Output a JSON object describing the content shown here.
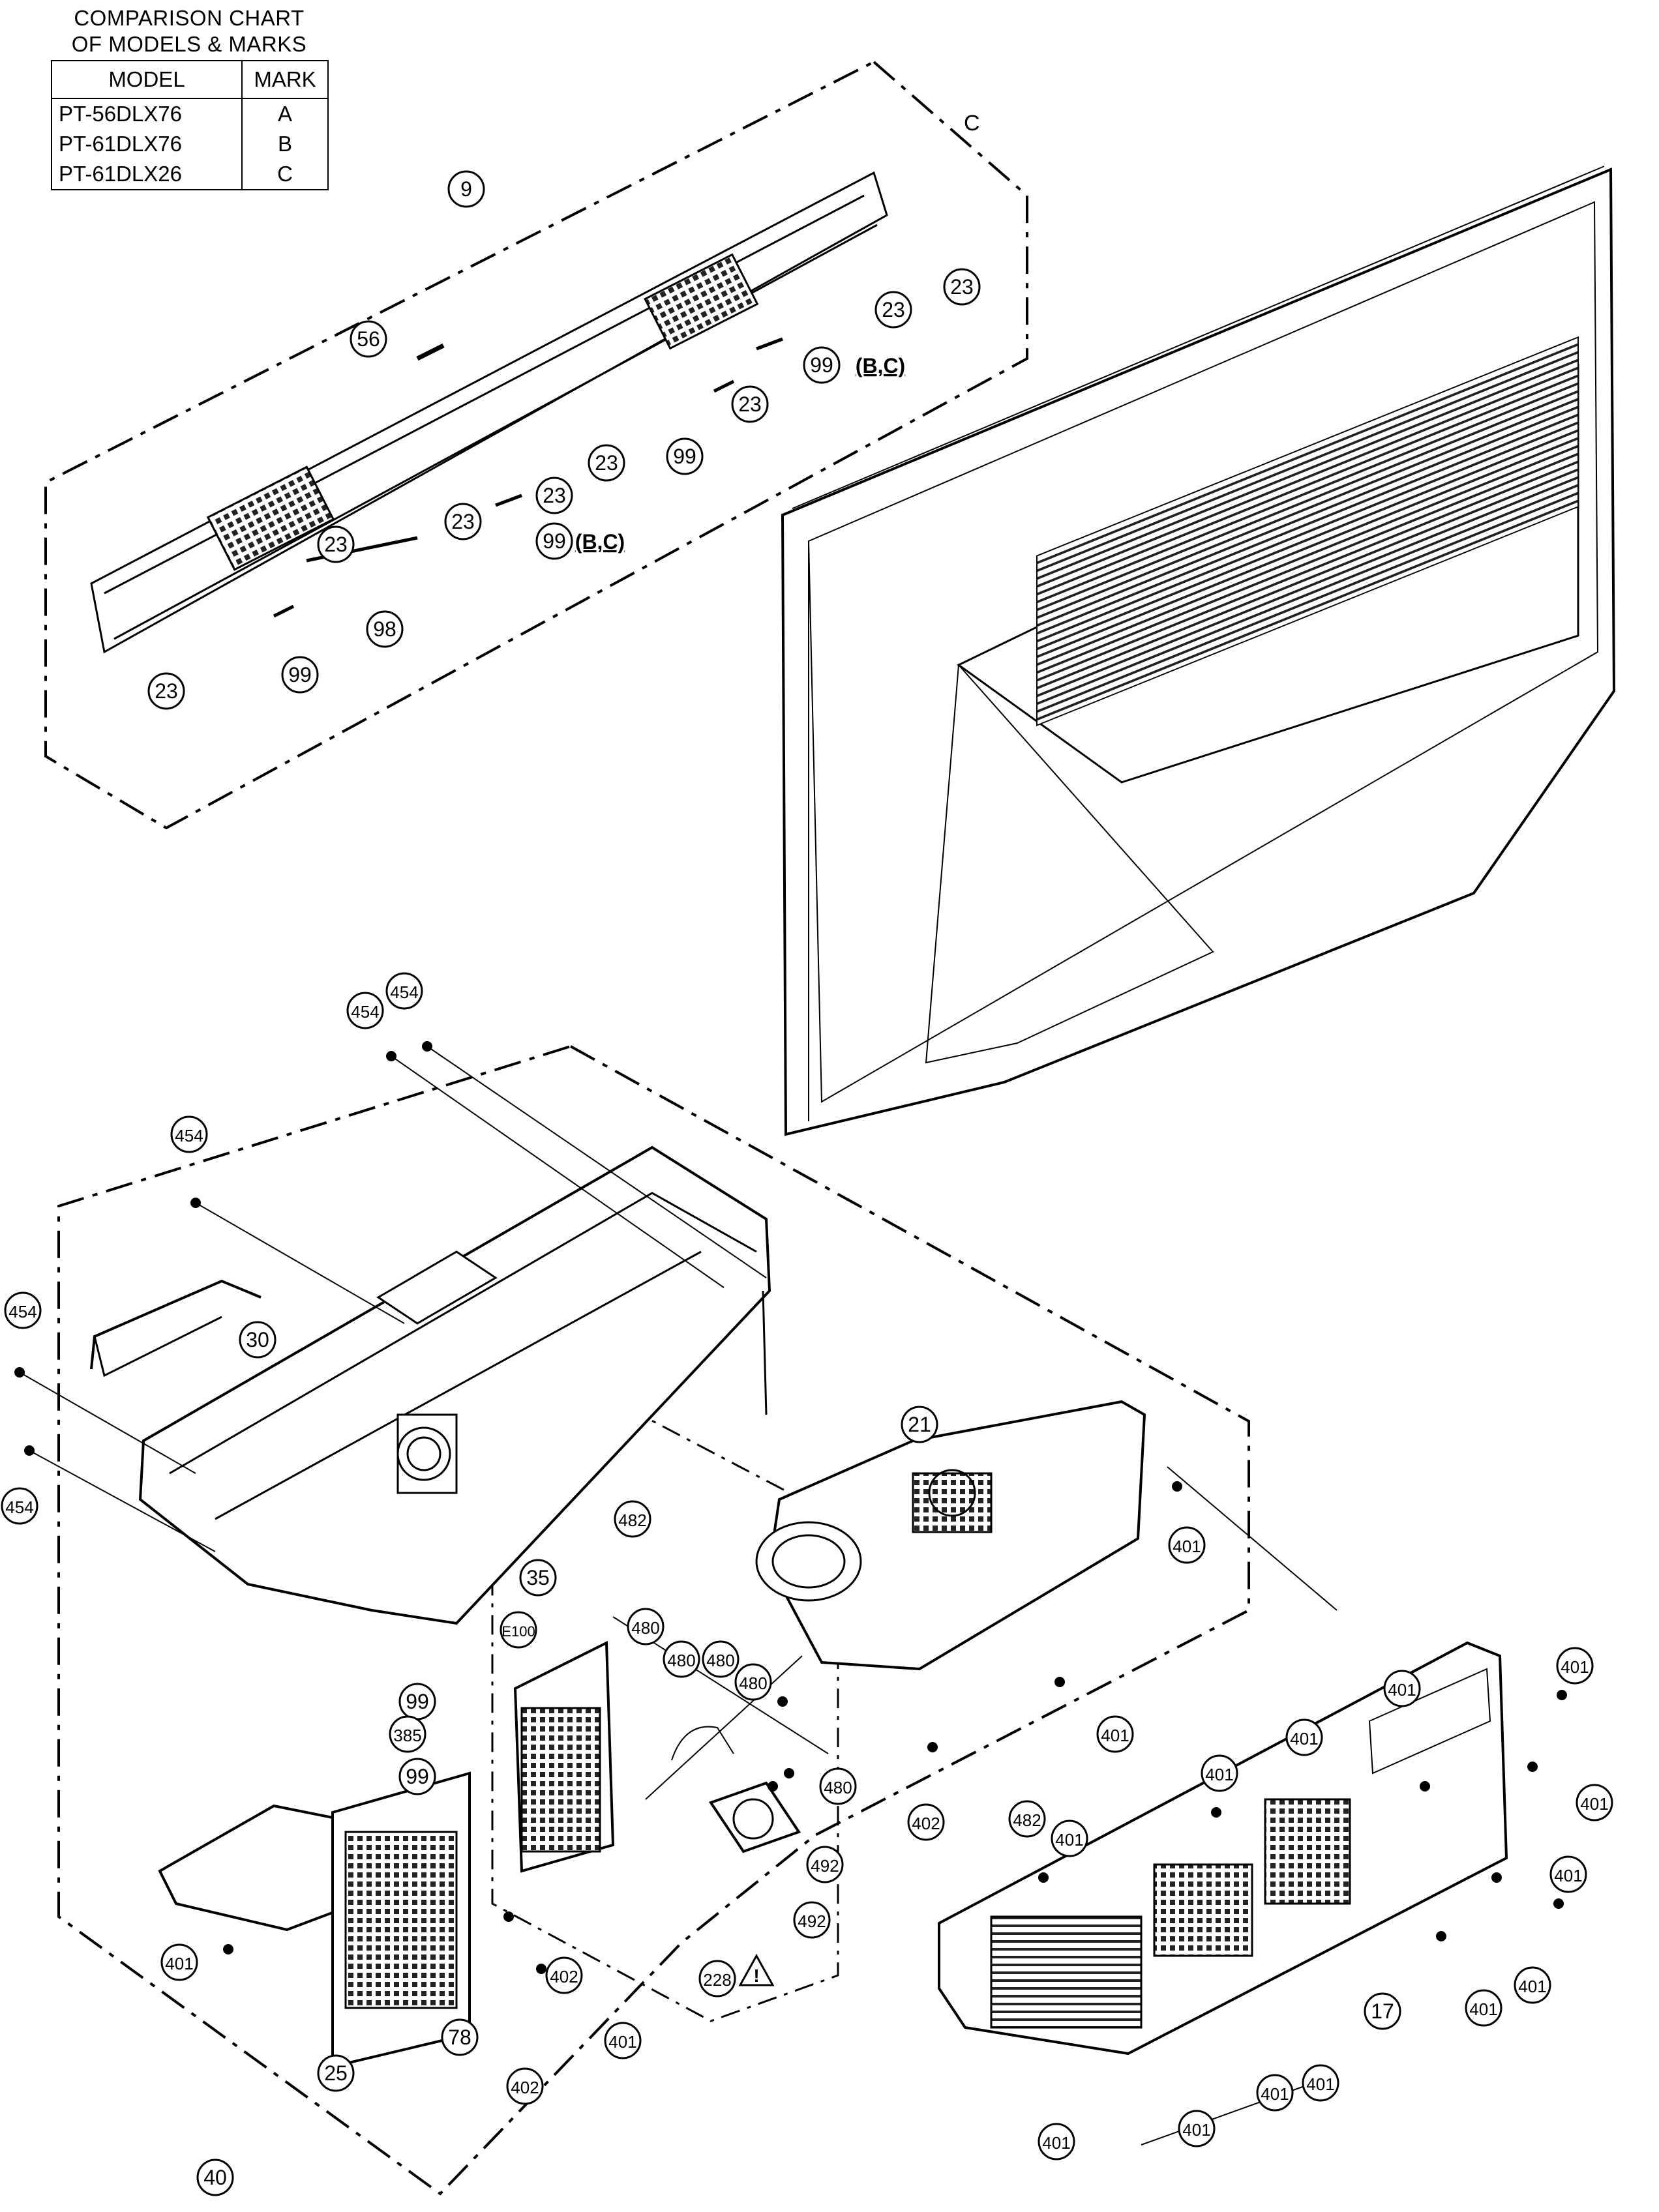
{
  "chart": {
    "title_line1": "COMPARISON CHART",
    "title_line2": "OF MODELS & MARKS",
    "headers": {
      "model": "MODEL",
      "mark": "MARK"
    },
    "rows": [
      {
        "model": "PT-56DLX76",
        "mark": "A"
      },
      {
        "model": "PT-61DLX76",
        "mark": "B"
      },
      {
        "model": "PT-61DLX26",
        "mark": "C"
      }
    ]
  },
  "stray_mark": "C",
  "callouts": {
    "c9": "9",
    "c23": "23",
    "c56": "56",
    "c99": "99",
    "c98": "98",
    "c454": "454",
    "c30": "30",
    "c21": "21",
    "c401": "401",
    "c482": "482",
    "c35": "35",
    "c480": "480",
    "c385": "385",
    "c402": "402",
    "c492": "492",
    "c228": "228",
    "c78": "78",
    "c25": "25",
    "c40": "40",
    "c17": "17",
    "cE100": "E100"
  },
  "suffix_bc": "(B,C)",
  "warning_symbol": "!"
}
